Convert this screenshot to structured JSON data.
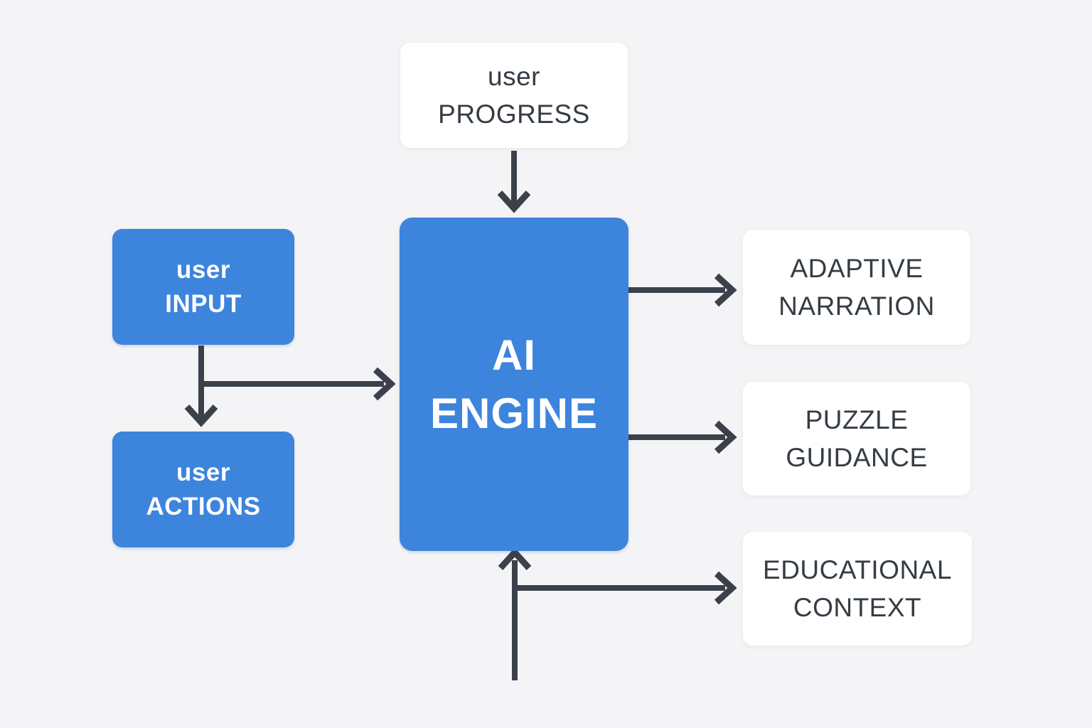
{
  "diagram": {
    "title": "AI engine flow diagram",
    "colors": {
      "background": "#f4f4f6",
      "accent_blue": "#3d84dc",
      "arrow_dark": "#3a414a",
      "node_white": "#ffffff",
      "text_dark": "#353c44",
      "text_light": "#ffffff"
    },
    "nodes": {
      "user_progress": {
        "line1": "user",
        "line2": "PROGRESS"
      },
      "user_input": {
        "line1": "user",
        "line2": "INPUT"
      },
      "user_actions": {
        "line1": "user",
        "line2": "ACTIONS"
      },
      "ai_engine": {
        "line1": "AI",
        "line2": "ENGINE"
      },
      "adaptive_narration": {
        "line1": "ADAPTIVE",
        "line2": "NARRATION"
      },
      "puzzle_guidance": {
        "line1": "PUZZLE",
        "line2": "GUIDANCE"
      },
      "educational_context": {
        "line1": "EDUCATIONAL",
        "line2": "CONTEXT"
      }
    },
    "edges": [
      {
        "from": "user_progress",
        "to": "ai_engine"
      },
      {
        "from": "user_input",
        "to": "user_actions"
      },
      {
        "from": "user_input",
        "to": "ai_engine"
      },
      {
        "from": "ai_engine",
        "to": "adaptive_narration"
      },
      {
        "from": "ai_engine",
        "to": "puzzle_guidance"
      },
      {
        "from": "offscreen_bottom",
        "to": "ai_engine"
      },
      {
        "from": "offscreen_bottom",
        "to": "educational_context"
      }
    ]
  }
}
